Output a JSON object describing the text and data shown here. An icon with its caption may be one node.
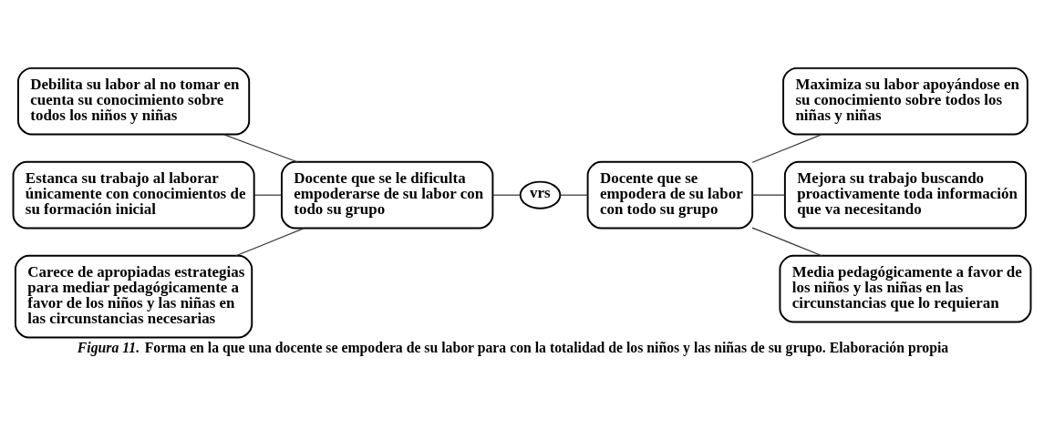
{
  "diagram": {
    "caption": "*Figura 11.* Forma en la que una docente se empodera de su labor para con la totalidad de los niños y las niñas de su grupo. Elaboración propia",
    "nodes": [
      {
        "text": [
          "Debilita su labor al no tomar en cuenta su conocimiento sobre todos los niños y niñas"
        ]
      },
      {
        "text": [
          "Estanca su trabajo al laborar únicamente con conocimientos de su formación inicial"
        ]
      },
      {
        "text": [
          "Carece de apropiadas estrategias para mediar pedagógicamente a favor de los niños y las niñas en las circunstancias necesarias"
        ]
      },
      {
        "text": [
          "Docente que se le dificulta empoderarse de su labor con todo su grupo"
        ]
      },
      {
        "text": [
          "vrs"
        ]
      },
      {
        "text": [
          "Docente que se empodera de su labor con todo su grupo"
        ]
      },
      {
        "text": [
          "Maximiza su labor apoyándose en su conocimiento sobre todos los niñas y niñas"
        ]
      },
      {
        "text": [
          "Mejora su trabajo buscando proactivamente toda información que va necesitando"
        ]
      },
      {
        "text": [
          "Media pedagógicamente a favor de los niños y las niñas en las circunstancias que lo requieran"
        ]
      }
    ],
    "edges": [
      {
        "from": 3,
        "to": 0,
        "arrow": "none"
      },
      {
        "from": 3,
        "to": 1,
        "arrow": "none"
      },
      {
        "from": 3,
        "to": 2,
        "arrow": "none"
      },
      {
        "from": 3,
        "to": 4,
        "arrow": "none"
      },
      {
        "from": 4,
        "to": 5,
        "arrow": "none"
      },
      {
        "from": 5,
        "to": 6,
        "arrow": "none"
      },
      {
        "from": 5,
        "to": 7,
        "arrow": "none"
      },
      {
        "from": 5,
        "to": 8,
        "arrow": "none"
      }
    ]
  }
}
